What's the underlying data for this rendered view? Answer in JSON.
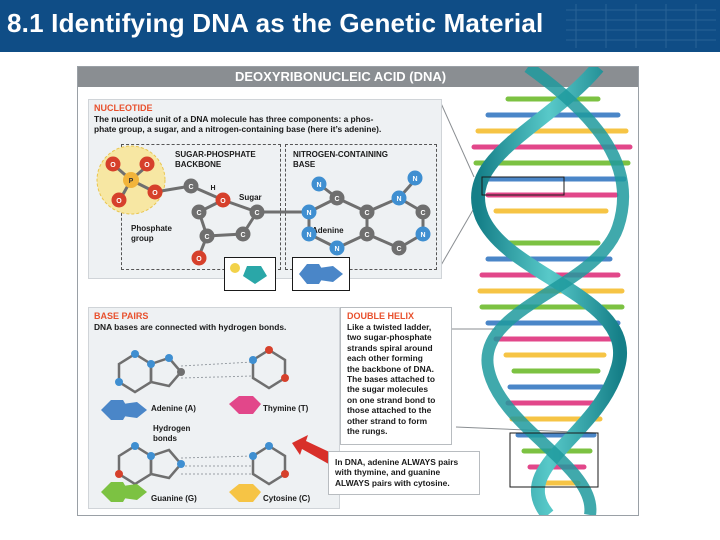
{
  "page": {
    "title": "8.1 Identifying DNA as the Genetic Material"
  },
  "figure": {
    "title": "DEOXYRIBONUCLEIC ACID (DNA)",
    "nucleotide": {
      "heading": "NUCLEOTIDE",
      "description_lines": [
        "The nucleotide unit of a DNA molecule has three components: a phos-",
        "phate group, a sugar, and a nitrogen-containing base (here it’s adenine)."
      ],
      "backbone_label_lines": [
        "SUGAR-PHOSPHATE",
        "BACKBONE"
      ],
      "base_label_lines": [
        "NITROGEN-CONTAINING",
        "BASE"
      ],
      "sugar_label": "Sugar",
      "phosphate_label_lines": [
        "Phosphate",
        "group"
      ],
      "adenine_label": "Adenine"
    },
    "base_pairs": {
      "heading": "BASE PAIRS",
      "description": "DNA bases are connected with hydrogen bonds.",
      "adenine_label": "Adenine (A)",
      "thymine_label": "Thymine (T)",
      "hydrogen_label_lines": [
        "Hydrogen",
        "bonds"
      ],
      "guanine_label": "Guanine (G)",
      "cytosine_label": "Cytosine (C)"
    },
    "double_helix": {
      "heading": "DOUBLE HELIX",
      "description_lines": [
        "Like a twisted ladder,",
        "two sugar-phosphate",
        "strands spiral around",
        "each other forming",
        "the backbone of DNA.",
        "The bases attached to",
        "the sugar molecules",
        "on one strand bond to",
        "those attached to the",
        "other strand to form",
        "the rungs."
      ]
    },
    "pairing_note_lines": [
      "In DNA, adenine ALWAYS pairs",
      "with thymine, and guanine",
      "ALWAYS pairs with cytosine."
    ],
    "atom_letters": {
      "oxygen": "O",
      "phosphorus": "P",
      "carbon": "C",
      "nitrogen": "N",
      "hydrogen": "H"
    }
  },
  "colors": {
    "title_bar": "#0f4d86",
    "accent_heading": "#e8502d",
    "adenine": "#4a86c8",
    "thymine": "#e2478a",
    "guanine": "#7cc242",
    "cytosine": "#f6c445",
    "backbone": "#2aa7a8"
  }
}
